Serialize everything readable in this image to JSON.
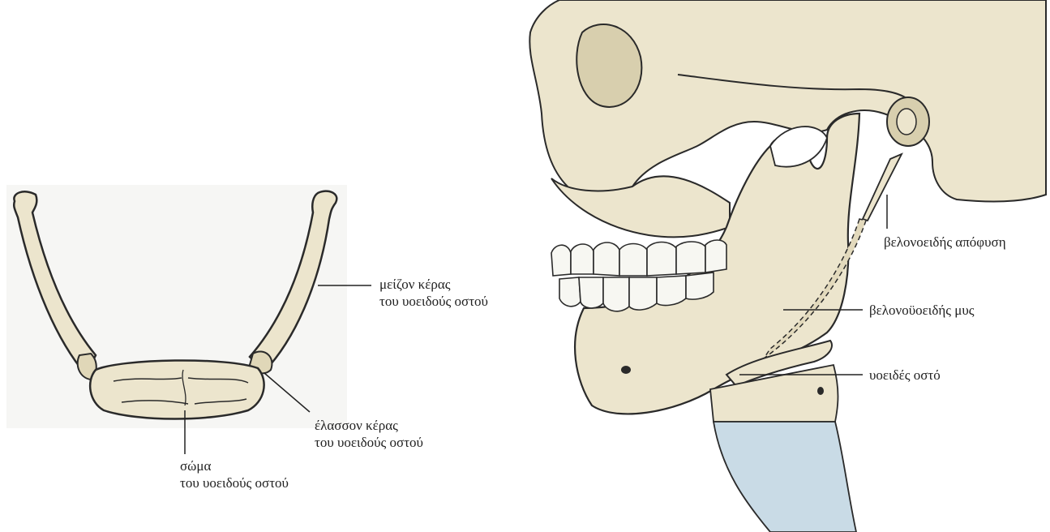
{
  "hyoid_view": {
    "labels": {
      "greater_horn": [
        "μείζον κέρας",
        "του υοειδούς οστού"
      ],
      "lesser_horn": [
        "έλασσον κέρας",
        "του υοειδούς οστού"
      ],
      "body": [
        "σώμα",
        "του υοειδούς οστού"
      ]
    }
  },
  "skull_view": {
    "labels": {
      "styloid_process": "βελονοειδής απόφυση",
      "stylohyoid_muscle": "βελονοϋοειδής μυς",
      "hyoid_bone": "υοειδές οστό"
    }
  },
  "colors": {
    "bone": "#ece5cd",
    "bone_shadow": "#d8cfae",
    "outline": "#2a2a2a",
    "cartilage": "#c9dbe6",
    "teeth": "#f7f7f2"
  }
}
